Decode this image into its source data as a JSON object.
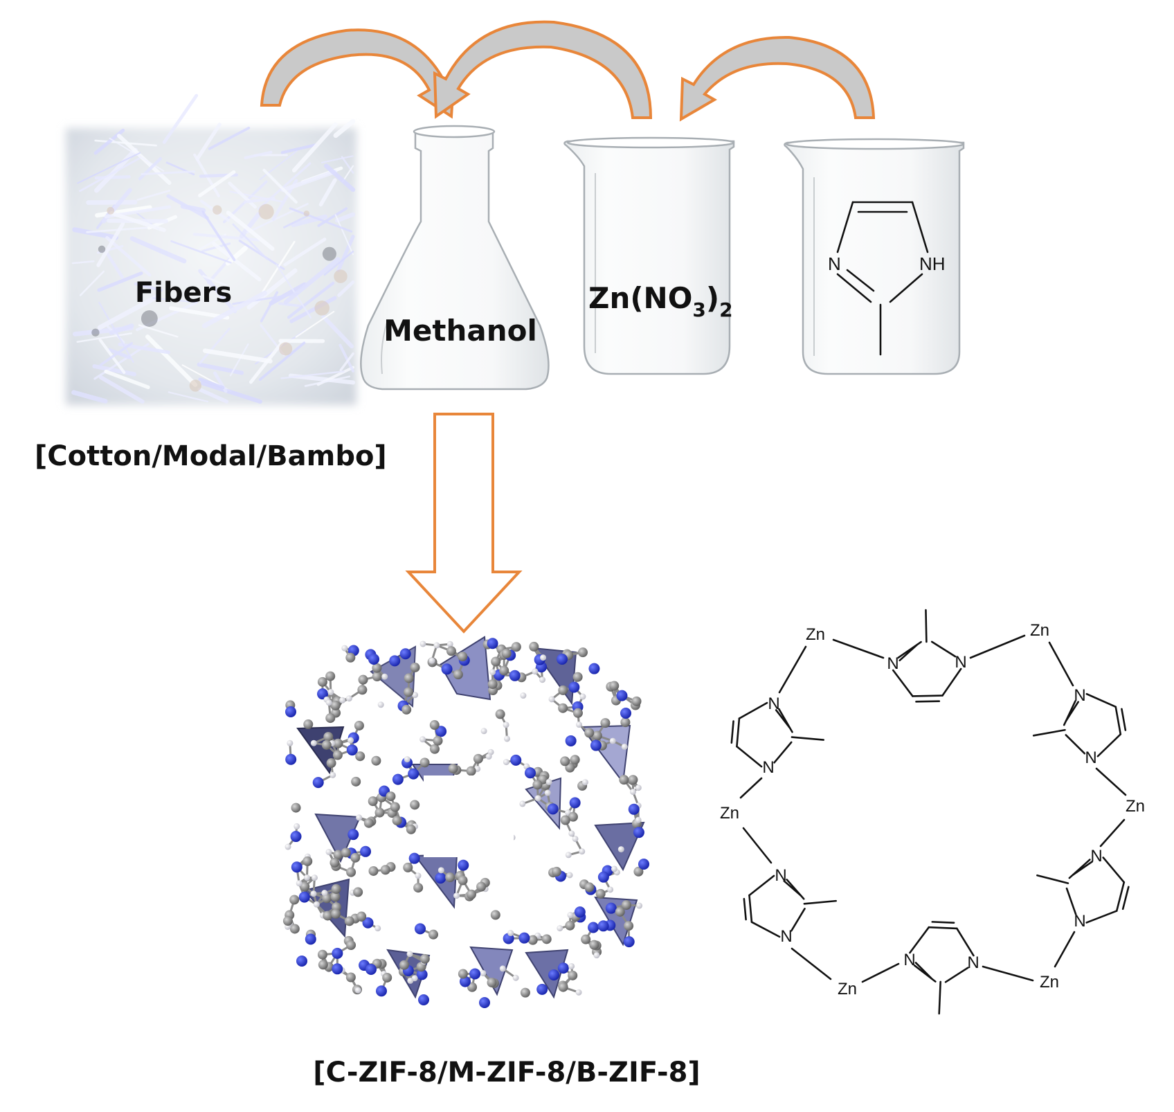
{
  "labels": {
    "fibers": "Fibers",
    "fiber_types": "[Cotton/Modal/Bambo]",
    "methanol": "Methanol",
    "zinc_nitrate_main": "Zn(NO",
    "zinc_nitrate_sub3": "3",
    "zinc_nitrate_close": ")",
    "zinc_nitrate_sub2": "2",
    "products": "[C-ZIF-8/M-ZIF-8/B-ZIF-8]"
  },
  "imidazole": {
    "n_left": "N",
    "nh_right": "NH"
  },
  "zif_structure": {
    "zinc": "Zn",
    "nitrogen": "N"
  },
  "colors": {
    "arrow_stroke": "#e8863a",
    "arrow_fill": "#c9c9c9",
    "zif_blue": "#1e2ed0",
    "zif_polyhedra": "#6b6fa0"
  }
}
